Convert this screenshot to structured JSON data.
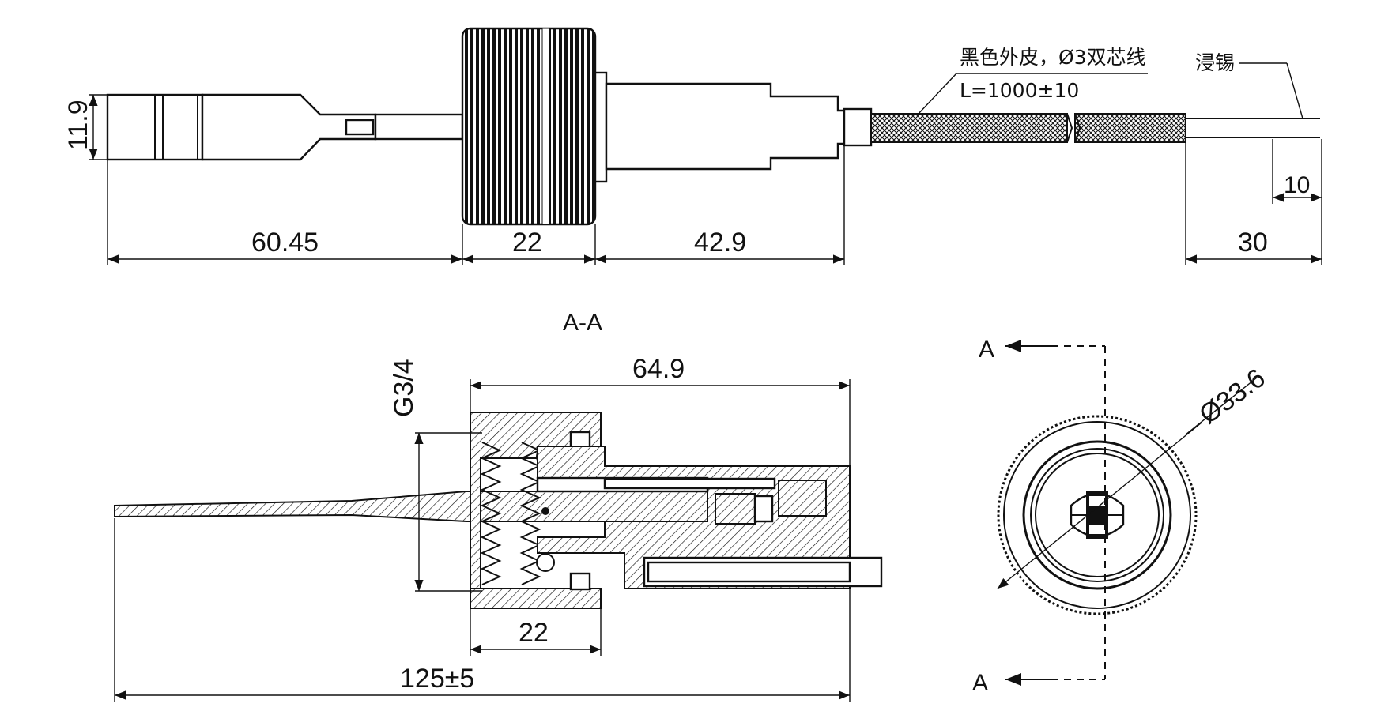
{
  "top_view": {
    "dim_height": "11.9",
    "dim_left": "60.45",
    "dim_knob": "22",
    "dim_body": "42.9",
    "cable_label": "黑色外皮，Ø3双芯线",
    "cable_length": "L=1000±10",
    "tin_label": "浸锡",
    "dim_tin": "10",
    "dim_wire": "30"
  },
  "section_view": {
    "title": "A-A",
    "dim_thread": "G3/4",
    "dim_length": "64.9",
    "dim_nut": "22",
    "dim_total": "125±5"
  },
  "end_view": {
    "section_marker_top": "A",
    "section_marker_bottom": "A",
    "dim_diameter": "Ø33.6"
  },
  "colors": {
    "line": "#111111",
    "background": "#ffffff"
  }
}
